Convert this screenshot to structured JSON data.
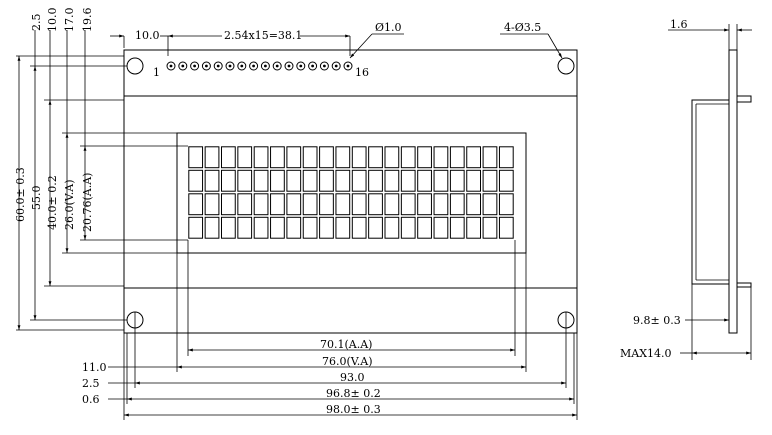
{
  "drawing": {
    "top": {
      "pitch": "2.54x15=38.1",
      "edge_offset": "10.0",
      "pin_hole": "Ø1.0",
      "mount_holes": "4-Ø3.5",
      "pin_first": "1",
      "pin_last": "16"
    },
    "left": {
      "d1": "2.5",
      "d2": "10.0",
      "d3": "17.0",
      "d4": "19.6",
      "height": "60.0± 0.3",
      "height_inner": "55.0",
      "bezel": "40.0± 0.2",
      "va": "26.0(V.A)",
      "aa": "20.76(A.A)"
    },
    "bottom": {
      "aa": "70.1(A.A)",
      "va": "76.0(V.A)",
      "hole_span": "93.0",
      "pcb_inner": "96.8± 0.2",
      "width": "98.0± 0.3",
      "off1": "11.0",
      "off2": "2.5",
      "off3": "0.6"
    },
    "side": {
      "pcb": "1.6",
      "thick": "9.8± 0.3",
      "max": "MAX14.0"
    }
  }
}
